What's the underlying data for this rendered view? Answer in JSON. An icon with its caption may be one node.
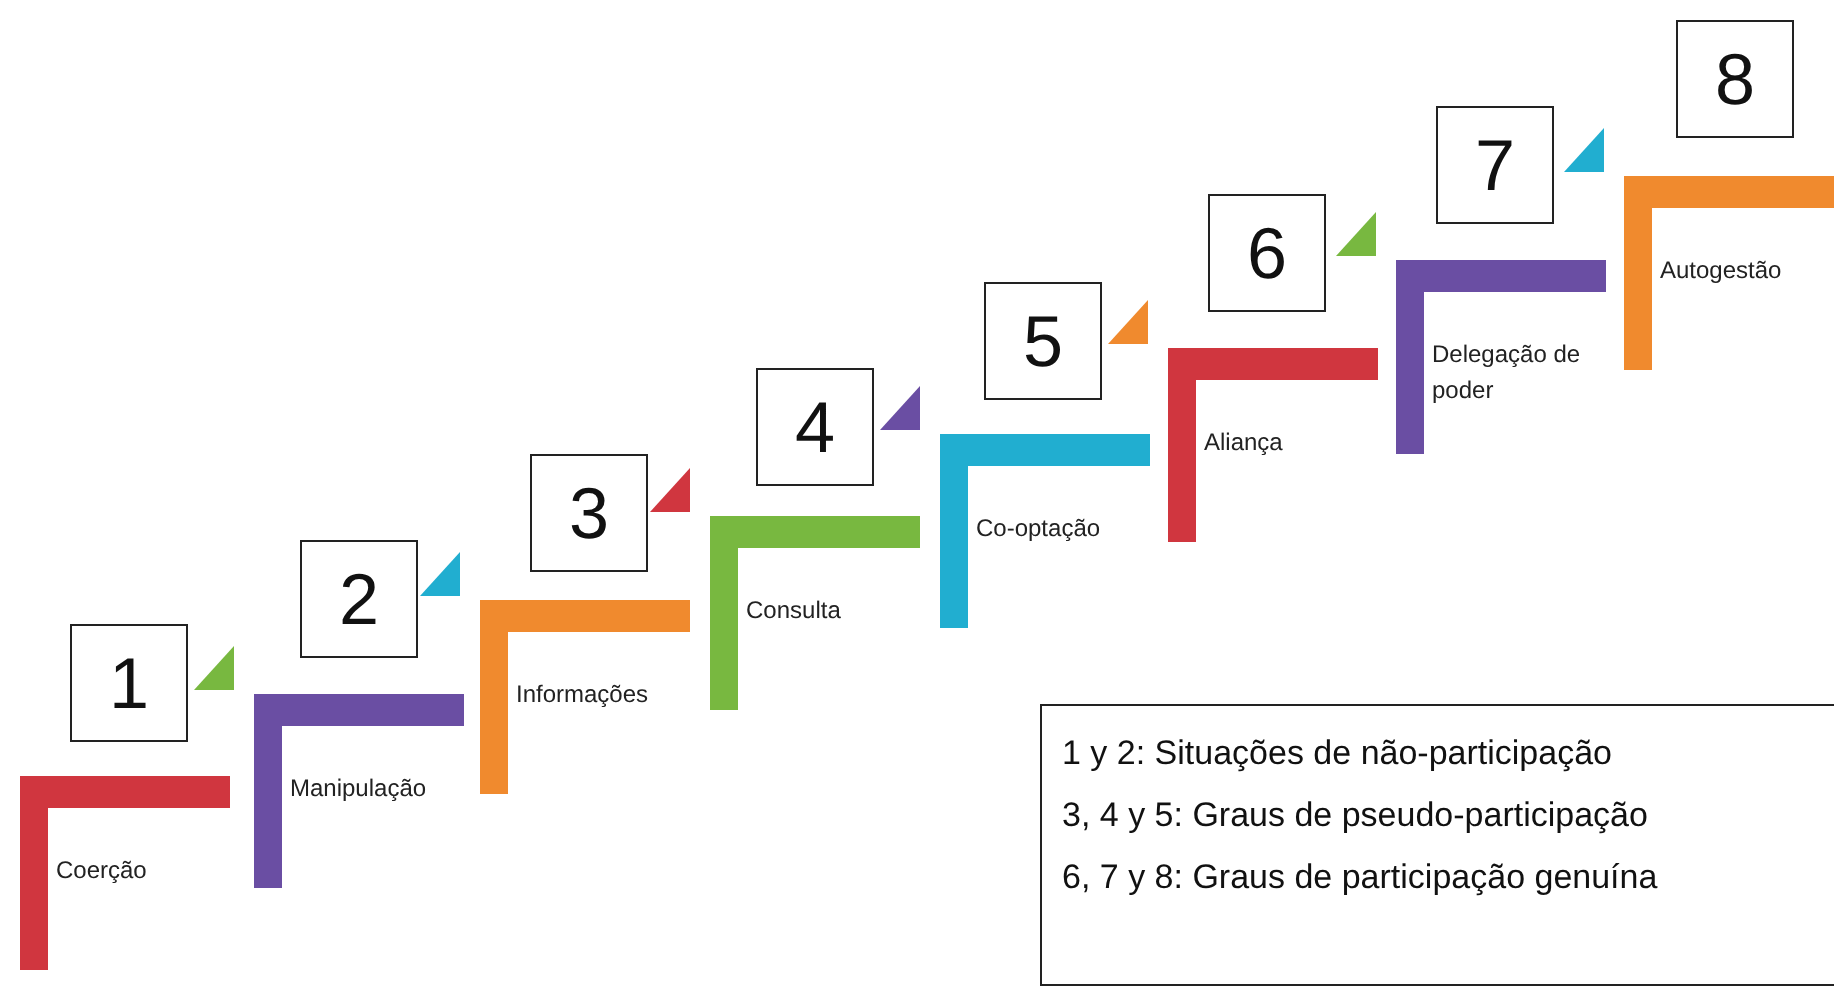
{
  "diagram": {
    "nodes": [
      {
        "text": [
          "1"
        ]
      },
      {
        "text": [
          "Coerção"
        ]
      },
      {
        "text": [
          "2"
        ]
      },
      {
        "text": [
          "Manipulação"
        ]
      },
      {
        "text": [
          "3"
        ]
      },
      {
        "text": [
          "Informações"
        ]
      },
      {
        "text": [
          "4"
        ]
      },
      {
        "text": [
          "Consulta"
        ]
      },
      {
        "text": [
          "5"
        ]
      },
      {
        "text": [
          "Co-optação"
        ]
      },
      {
        "text": [
          "6"
        ]
      },
      {
        "text": [
          "Aliança"
        ]
      },
      {
        "text": [
          "7"
        ]
      },
      {
        "text": [
          "Delegação de poder"
        ]
      },
      {
        "text": [
          "8"
        ]
      },
      {
        "text": [
          "Autogestão"
        ]
      },
      {
        "text": [
          "1 y 2: Situações de não-participação",
          "3, 4 y 5: Graus de pseudo-participação",
          "6, 7 y 8: Graus de participação genuína"
        ]
      }
    ]
  }
}
